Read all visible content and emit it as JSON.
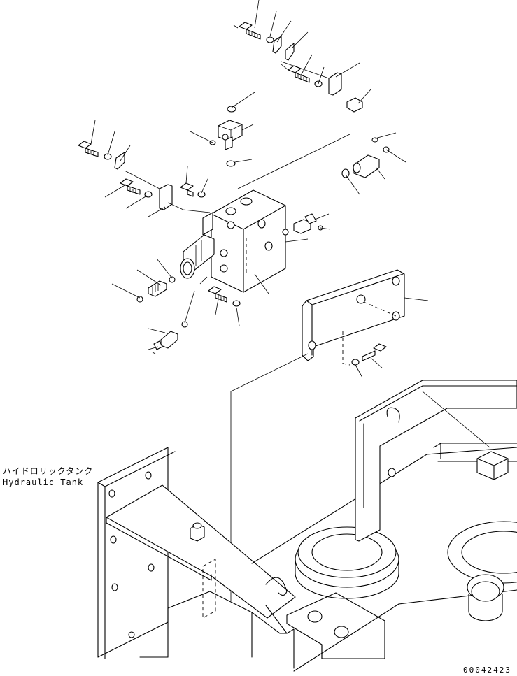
{
  "callouts": {
    "hydraulic_tank_jp": "ハイドロリックタンク",
    "hydraulic_tank_en": "Hydraulic Tank"
  },
  "drawing_number": "00042423"
}
